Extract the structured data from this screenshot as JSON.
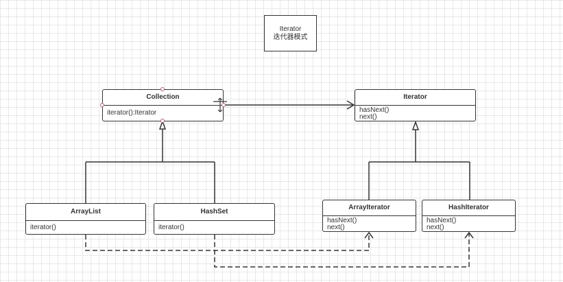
{
  "note": {
    "title": "Iterator",
    "subtitle": "迭代器模式"
  },
  "classes": {
    "collection": {
      "name": "Collection",
      "members": [
        "iterator():Iterator"
      ]
    },
    "iterator": {
      "name": "Iterator",
      "members": [
        "hasNext()",
        "next()"
      ]
    },
    "arraylist": {
      "name": "ArrayList",
      "members": [
        "iterator()"
      ]
    },
    "hashset": {
      "name": "HashSet",
      "members": [
        "iterator()"
      ]
    },
    "arrayiterator": {
      "name": "ArrayIterator",
      "members": [
        "hasNext()",
        "next()"
      ]
    },
    "hashiterator": {
      "name": "HashIterator",
      "members": [
        "hasNext()",
        "next()"
      ]
    }
  },
  "colors": {
    "line": "#333333",
    "grid": "#e8e8e8",
    "anchor": "#b06080"
  }
}
